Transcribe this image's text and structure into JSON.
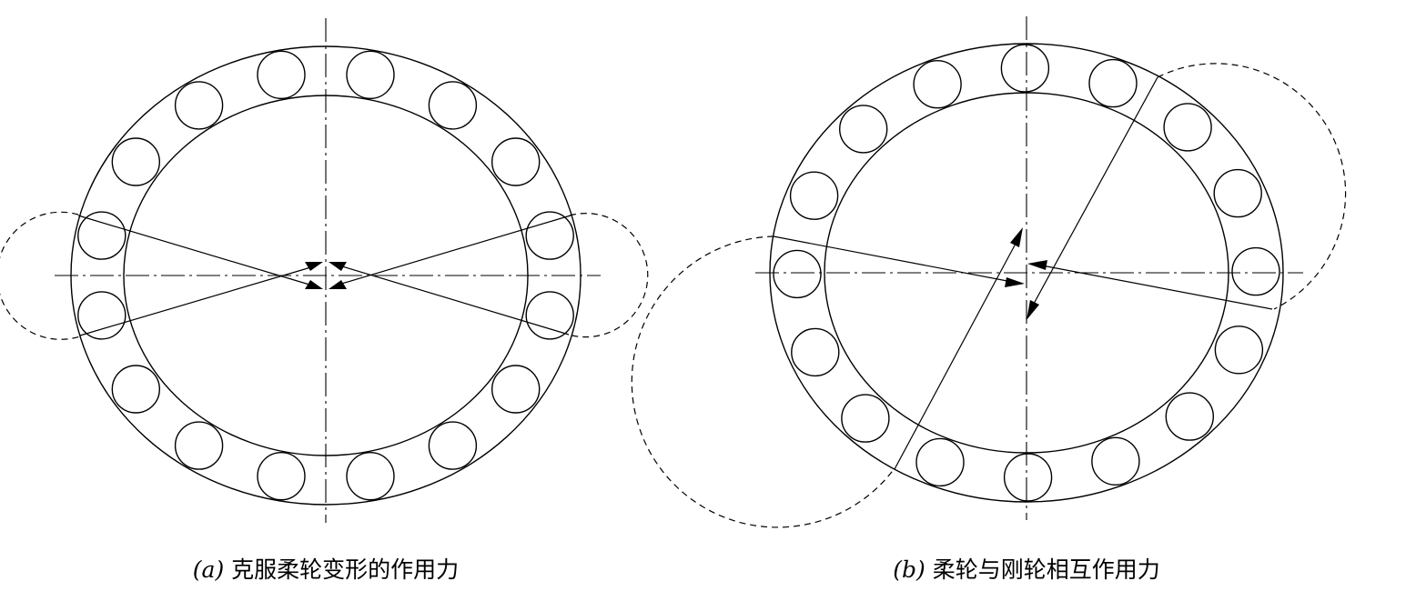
{
  "panels": [
    {
      "id": "a",
      "caption_letter": "(a)",
      "caption_text": "克服柔轮变形的作用力"
    },
    {
      "id": "b",
      "caption_letter": "(b)",
      "caption_text": "柔轮与刚轮相互作用力"
    }
  ],
  "roller_count_per_ring": 16,
  "colors": {
    "ink": "#000000",
    "background": "#ffffff"
  }
}
